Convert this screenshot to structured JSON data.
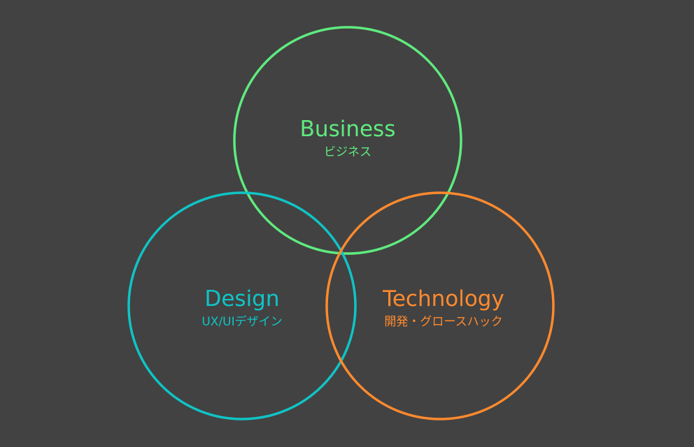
{
  "diagram": {
    "circles": [
      {
        "id": "business",
        "title": "Business",
        "subtitle": "ビジネス",
        "color": "#5FEB7F"
      },
      {
        "id": "design",
        "title": "Design",
        "subtitle": "UX/UIデザイン",
        "color": "#10C4C6"
      },
      {
        "id": "technology",
        "title": "Technology",
        "subtitle": "開発・グロースハック",
        "color": "#FF8A2E"
      }
    ]
  }
}
